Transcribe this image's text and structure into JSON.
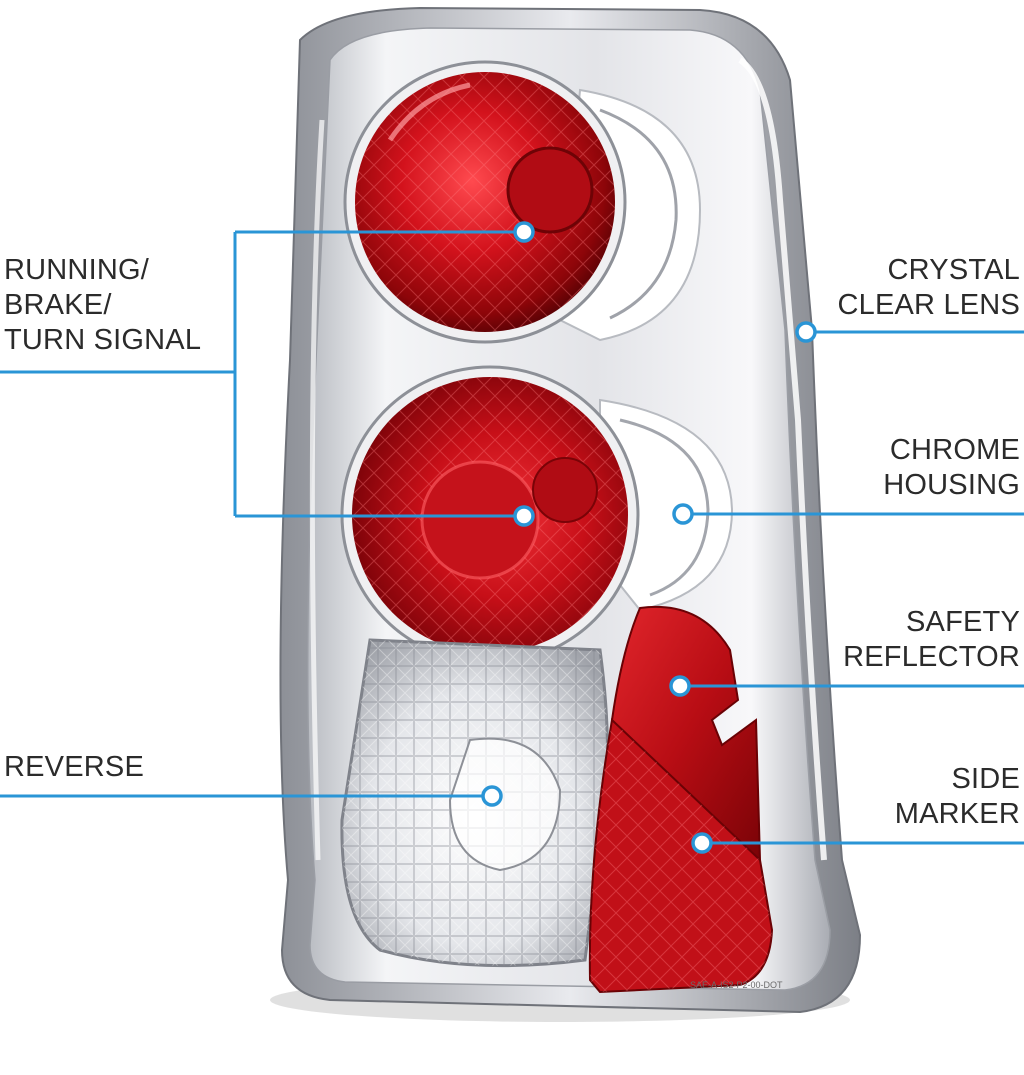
{
  "callouts": {
    "running": {
      "lines": [
        "RUNNING/",
        "BRAKE/",
        "TURN SIGNAL"
      ]
    },
    "reverse": {
      "lines": [
        "REVERSE"
      ]
    },
    "crystal": {
      "lines": [
        "CRYSTAL",
        "CLEAR LENS"
      ]
    },
    "chrome": {
      "lines": [
        "CHROME",
        "HOUSING"
      ]
    },
    "reflector": {
      "lines": [
        "SAFETY",
        "REFLECTOR"
      ]
    },
    "marker": {
      "lines": [
        "SIDE",
        "MARKER"
      ]
    }
  },
  "product": {
    "name": "tail-light-assembly",
    "lens_marking": "SAE-A-IS2-P2-00-DOT"
  },
  "colors": {
    "callout_line": "#2a95d6",
    "label_text": "#2b2b2b",
    "lens_red": "#c4101a",
    "chrome": "#d9d9dc"
  }
}
